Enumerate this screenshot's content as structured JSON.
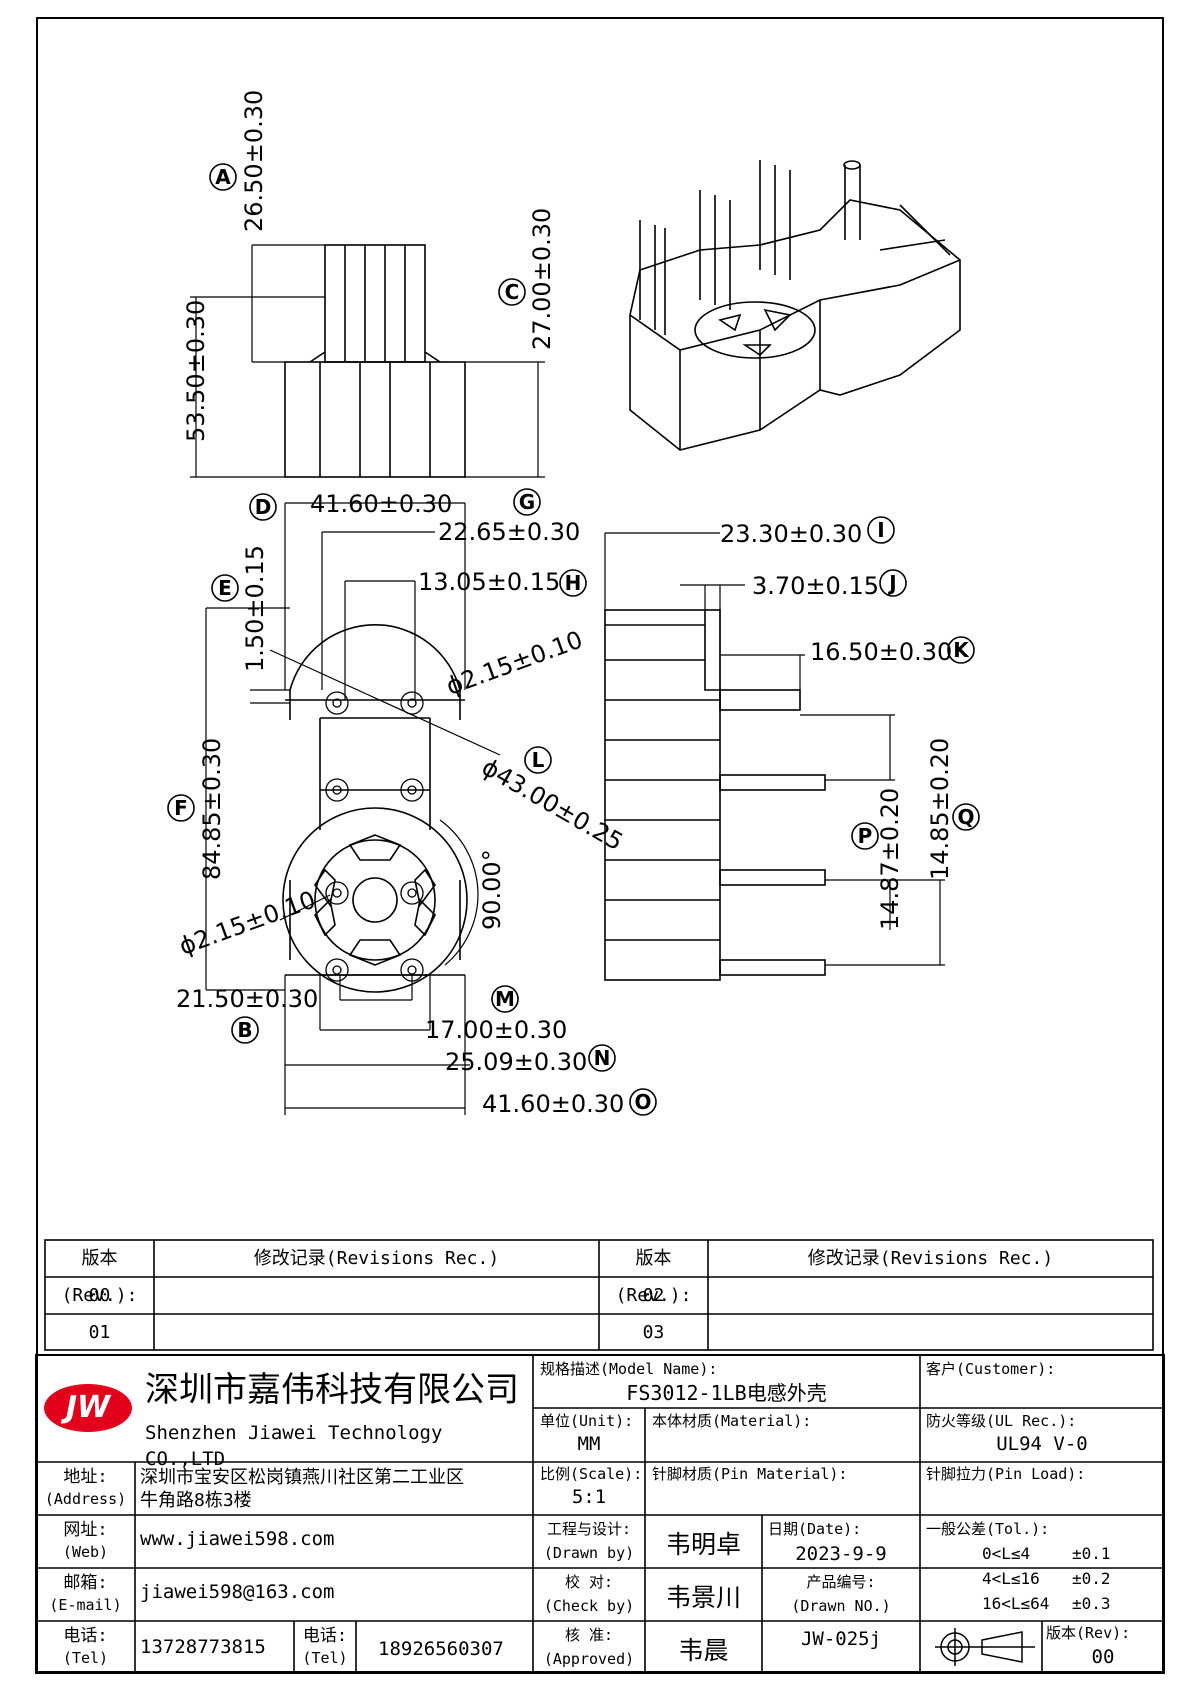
{
  "dimensions": {
    "A": {
      "letter": "A",
      "text": "26.50±0.30"
    },
    "overall_height": {
      "text": "53.50±0.30"
    },
    "C": {
      "letter": "C",
      "text": "27.00±0.30"
    },
    "D": {
      "letter": "D",
      "text": "41.60±0.30"
    },
    "G": {
      "letter": "G",
      "text": "22.65±0.30"
    },
    "H": {
      "letter": "H",
      "text": "13.05±0.15"
    },
    "E": {
      "letter": "E",
      "text": "1.50±0.15"
    },
    "pin_dia_top": {
      "text": "ϕ2.15±0.10"
    },
    "L": {
      "letter": "L",
      "text": "ϕ43.00±0.25"
    },
    "F": {
      "letter": "F",
      "text": "84.85±0.30"
    },
    "angle": {
      "text": "90.00°"
    },
    "pin_dia_bottom": {
      "text": "ϕ2.15±0.10"
    },
    "B": {
      "letter": "B",
      "text": "21.50±0.30"
    },
    "M": {
      "letter": "M",
      "text": "17.00±0.30"
    },
    "N": {
      "letter": "N",
      "text": "25.09±0.30"
    },
    "O": {
      "letter": "O",
      "text": "41.60±0.30"
    },
    "I": {
      "letter": "I",
      "text": "23.30±0.30"
    },
    "J": {
      "letter": "J",
      "text": "3.70±0.15"
    },
    "K": {
      "letter": "K",
      "text": "16.50±0.30"
    },
    "Q": {
      "letter": "Q",
      "text": "14.85±0.20"
    },
    "P": {
      "letter": "P",
      "text": "14.87±0.20"
    }
  },
  "revisions": {
    "header_rev": "版本(Rev.):",
    "header_rec": "修改记录(Revisions Rec.)",
    "rows": [
      "00",
      "01",
      "02",
      "03"
    ]
  },
  "title_block": {
    "logo": "JW",
    "company_cn": "深圳市嘉伟科技有限公司",
    "company_en": "Shenzhen Jiawei Technology CO.,LTD",
    "address_label": "地址:",
    "address_label_en": "(Address)",
    "address_line1": "深圳市宝安区松岗镇燕川社区第二工业区",
    "address_line2": "牛角路8栋3楼",
    "web_label": "网址:",
    "web_label_en": "(Web)",
    "web": "www.jiawei598.com",
    "email_label": "邮箱:",
    "email_label_en": "(E-mail)",
    "email": "jiawei598@163.com",
    "tel_label": "电话:",
    "tel_label_en": "(Tel)",
    "tel1": "13728773815",
    "tel2": "18926560307",
    "model_label": "规格描述(Model Name):",
    "model": "FS3012-1LB电感外壳",
    "customer_label": "客户(Customer):",
    "unit_label": "单位(Unit):",
    "unit": "MM",
    "material_label": "本体材质(Material):",
    "ul_label": "防火等级(UL Rec.):",
    "ul": "UL94 V-0",
    "scale_label": "比例(Scale):",
    "scale": "5:1",
    "pin_material_label": "针脚材质(Pin Material):",
    "pin_load_label": "针脚拉力(Pin Load):",
    "drawn_label": "工程与设计:",
    "drawn_label_en": "(Drawn by)",
    "drawn": "韦明卓",
    "date_label": "日期(Date):",
    "date": "2023-9-9",
    "tol_label": "一般公差(Tol.):",
    "tol1_range": "0<L≤4",
    "tol1": "±0.1",
    "tol2_range": "4<L≤16",
    "tol2": "±0.2",
    "tol3_range": "16<L≤64",
    "tol3": "±0.3",
    "check_label": "校  对:",
    "check_label_en": "(Check by)",
    "check": "韦景川",
    "drawn_no_label": "产品编号:",
    "drawn_no_label_en": "(Drawn NO.)",
    "drawn_no": "JW-025j",
    "approved_label": "核  准:",
    "approved_label_en": "(Approved)",
    "approved": "韦晨",
    "rev_label": "版本(Rev):",
    "rev": "00"
  }
}
